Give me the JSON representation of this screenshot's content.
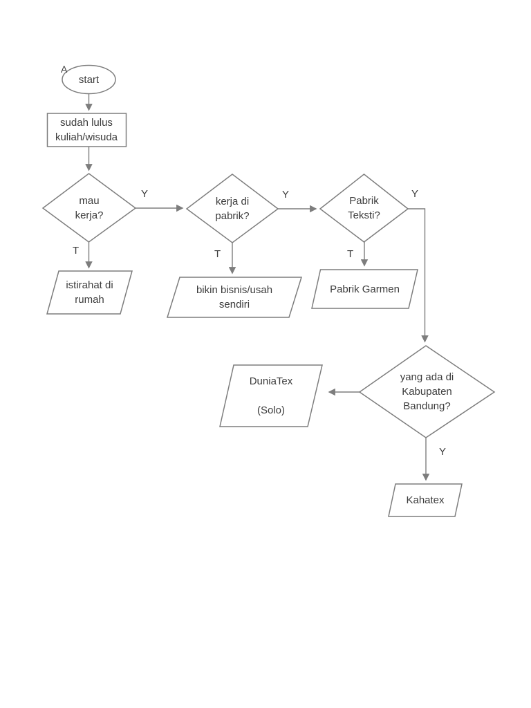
{
  "colors": {
    "background": "#ffffff",
    "line": "#7d7d7d",
    "text": "#3c3c3c"
  },
  "flowchart": {
    "page_marker": "A",
    "nodes": {
      "start": "start",
      "graduated": "sudah lulus\nkuliah/wisuda",
      "want_work": "mau\nkerja?",
      "work_in_factory": "kerja di\npabrik?",
      "textile_factory": "Pabrik\nTeksti?",
      "rest_at_home": "istirahat di\nrumah",
      "own_business": "bikin bisnis/usah\nsendiri",
      "garment_factory": "Pabrik Garmen",
      "in_kabupaten_bandung": "yang ada di\nKabupaten\nBandung?",
      "duniatex": "DuniaTex\n\n(Solo)",
      "kahatex": "Kahatex"
    },
    "edge_labels": {
      "want_work_yes": "Y",
      "want_work_no": "T",
      "work_in_factory_yes": "Y",
      "work_in_factory_no": "T",
      "textile_factory_yes": "Y",
      "textile_factory_no": "T",
      "kabupaten_bandung_yes": "Y"
    }
  }
}
